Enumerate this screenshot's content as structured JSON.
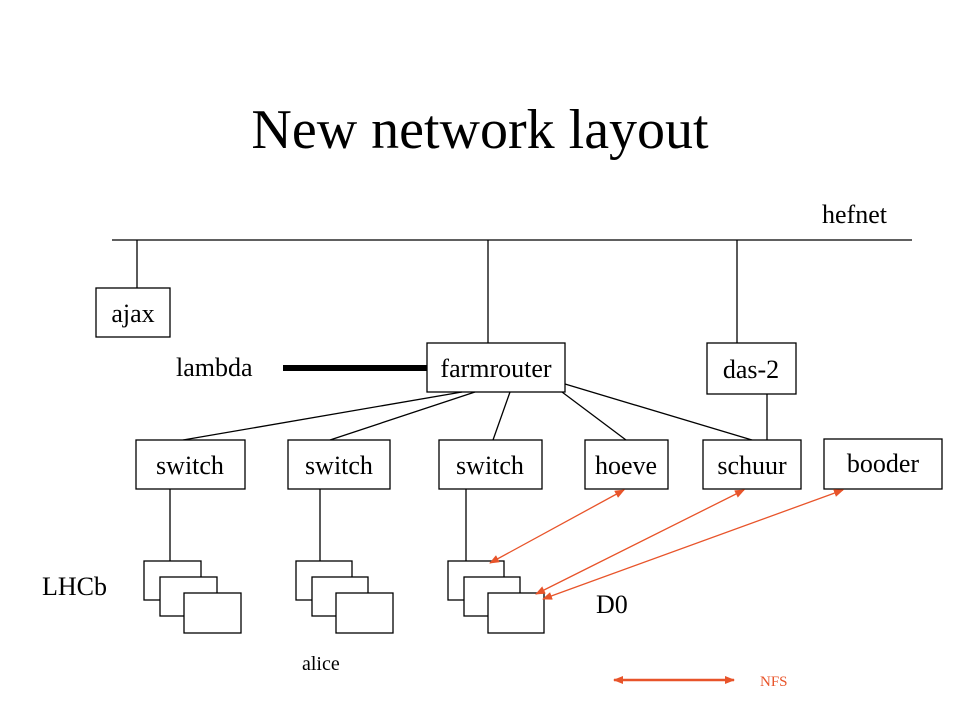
{
  "title": "New network layout",
  "network": {
    "backbone_label": "hefnet",
    "link_label": "lambda"
  },
  "nodes": {
    "ajax": "ajax",
    "farmrouter": "farmrouter",
    "das2": "das-2",
    "switch1": "switch",
    "switch2": "switch",
    "switch3": "switch",
    "hoeve": "hoeve",
    "schuur": "schuur",
    "booder": "booder"
  },
  "groups": {
    "lhcb": "LHCb",
    "alice": "alice",
    "d0": "D0"
  },
  "legend": {
    "nfs_label": "NFS",
    "nfs_color": "#e8542a"
  }
}
